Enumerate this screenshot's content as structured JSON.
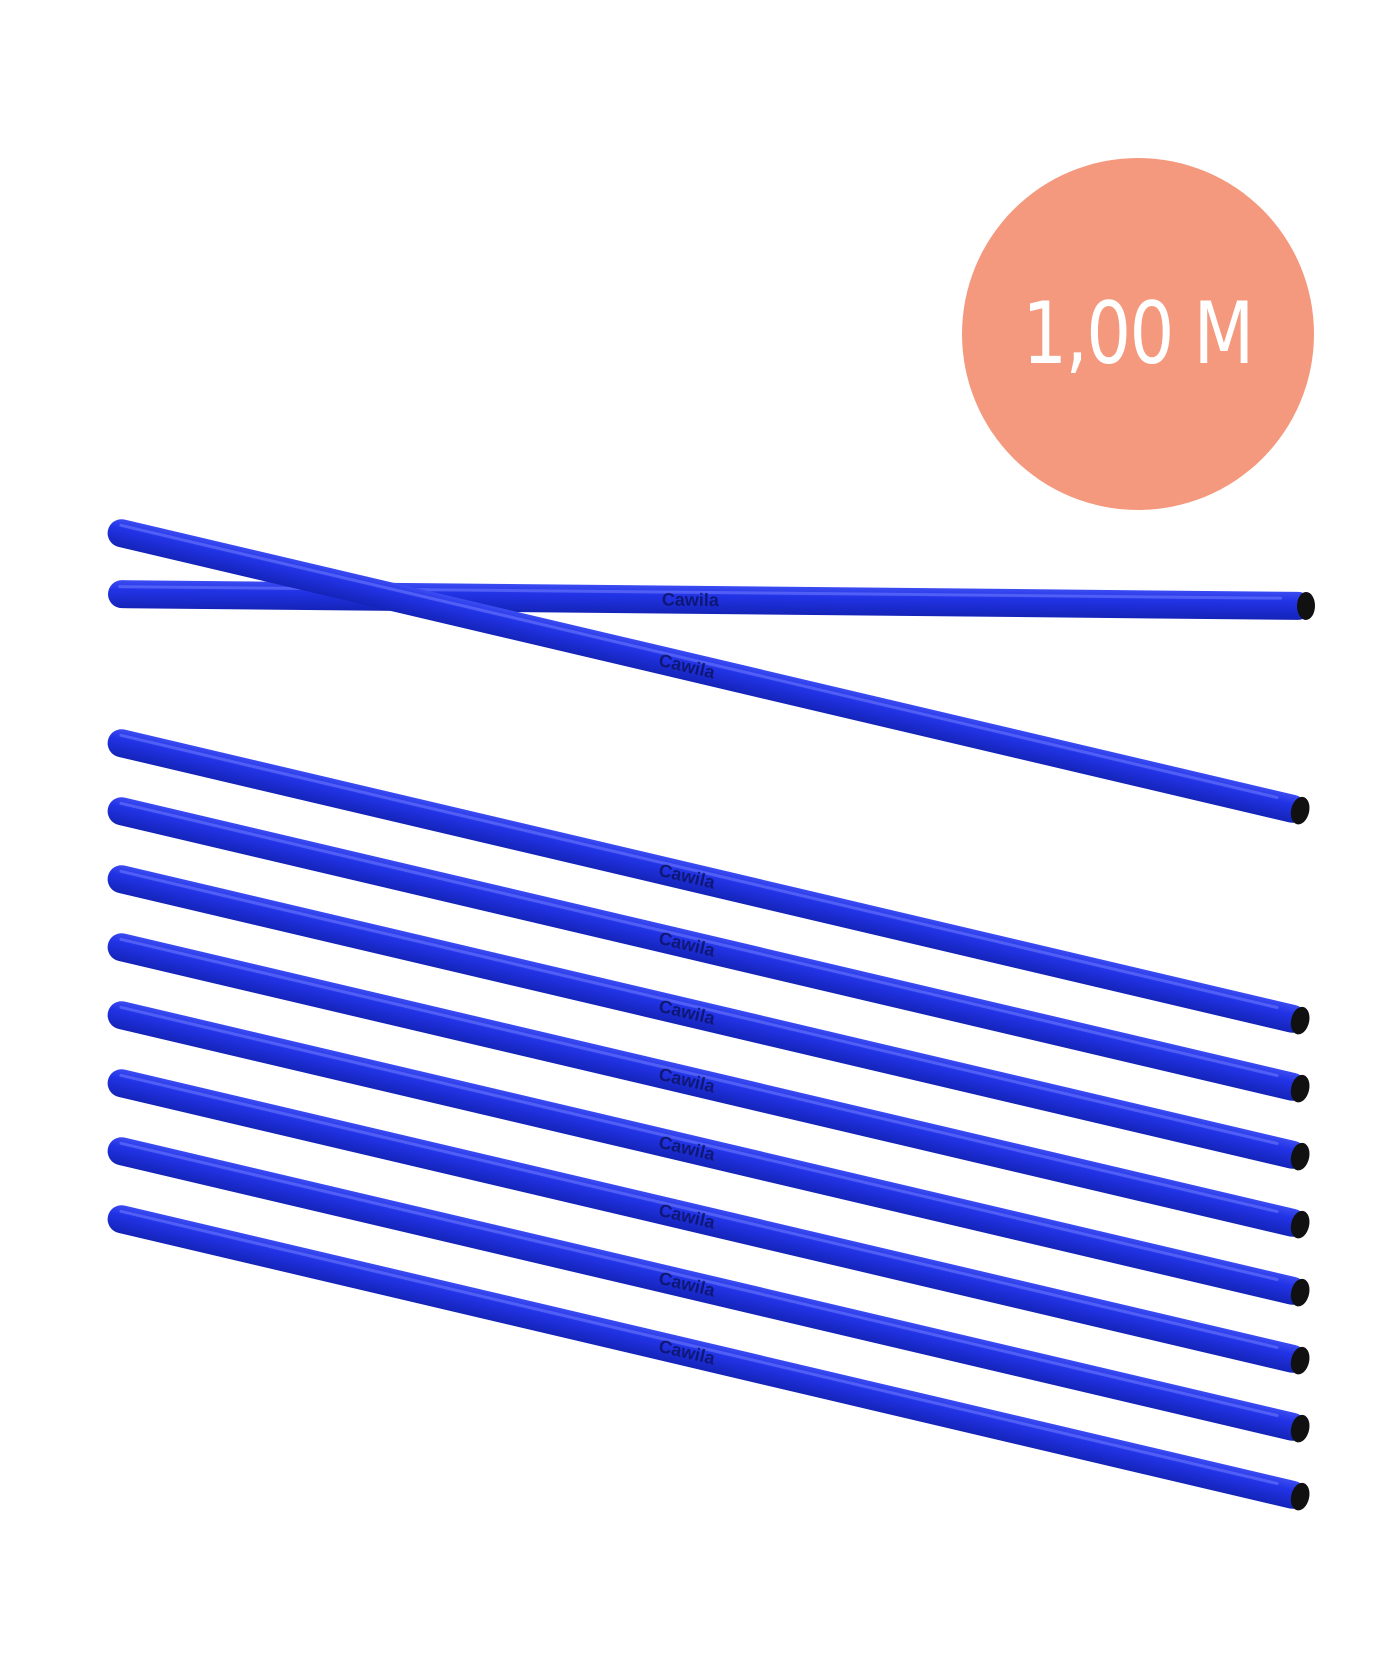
{
  "badge": {
    "label": "1,00 M",
    "color": "#f4997d",
    "text_color": "#ffffff"
  },
  "product": {
    "pole_count": 10,
    "pole_color": "#1c2fe0",
    "end_cap_color": "#111111",
    "pole_branding": "Cawila"
  }
}
